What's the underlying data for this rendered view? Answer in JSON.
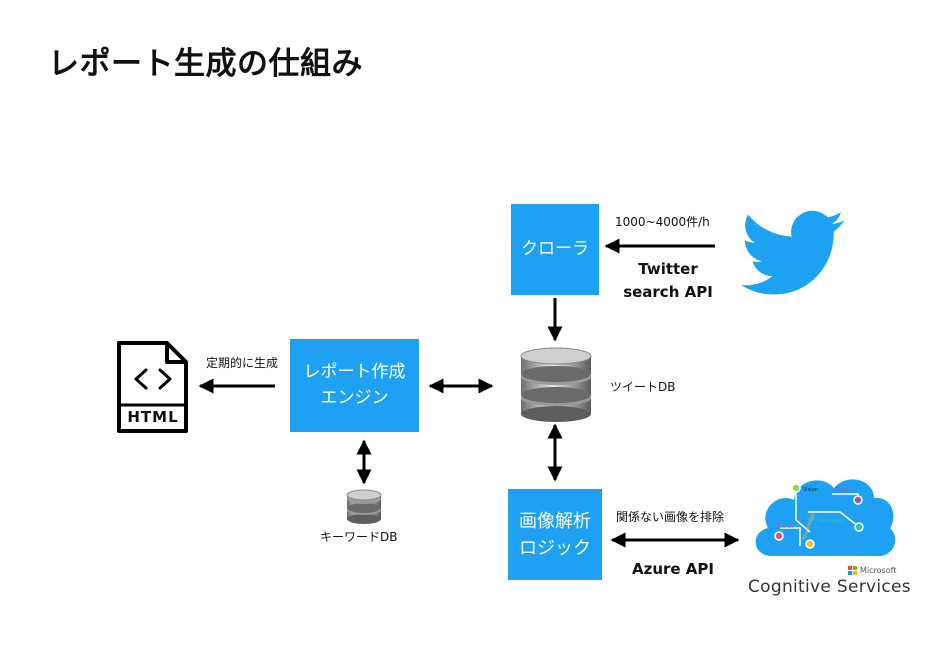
{
  "title": "レポート生成の仕組み",
  "nodes": {
    "crawler": {
      "label": "クローラ"
    },
    "report_engine": {
      "line1": "レポート作成",
      "line2": "エンジン"
    },
    "image_logic": {
      "line1": "画像解析",
      "line2": "ロジック"
    },
    "html_doc": {
      "label": "HTML"
    },
    "tweet_db": {
      "label": "ツイートDB"
    },
    "keyword_db": {
      "label": "キーワードDB"
    },
    "cognitive": {
      "name": "Cognitive Services",
      "vendor": "Microsoft",
      "words": [
        "Vision",
        "Speech",
        "Language",
        "Knowledge",
        "Search"
      ]
    }
  },
  "edges": {
    "twitter_rate": "1000~4000件/h",
    "twitter_api_line1": "Twitter",
    "twitter_api_line2": "search API",
    "periodic": "定期的に生成",
    "exclude": "関係ない画像を排除",
    "azure_api": "Azure API"
  },
  "colors": {
    "box": "#1ea1f2",
    "twitter": "#1da1f2",
    "cloud": "#1ea1f2",
    "arrow": "#000000"
  }
}
